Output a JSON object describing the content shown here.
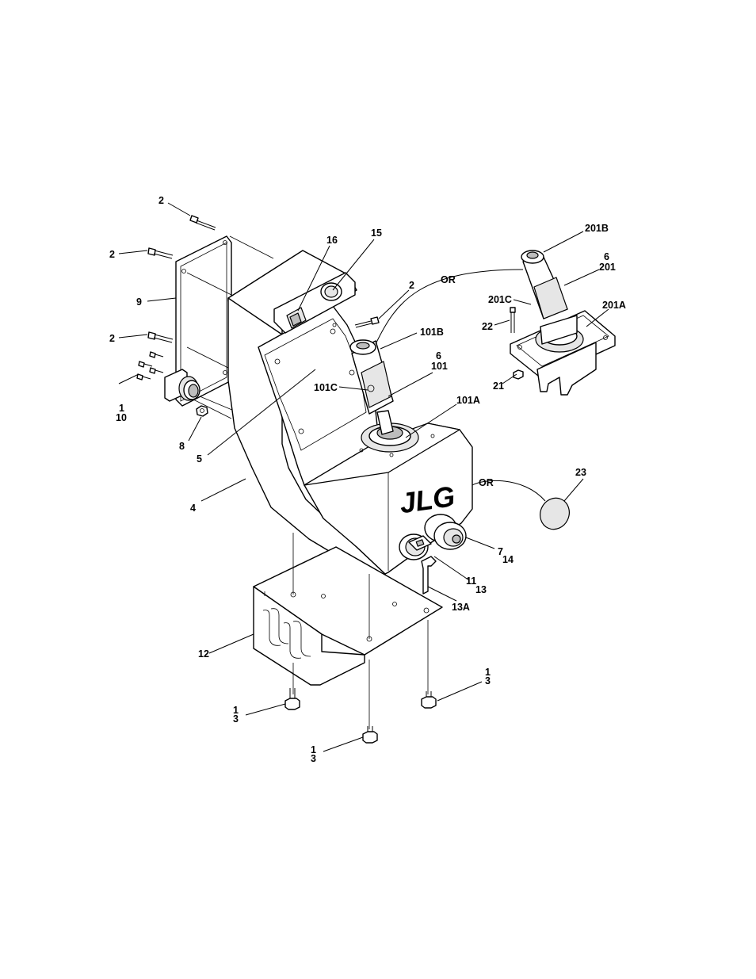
{
  "diagram": {
    "brand_logo": "JLG",
    "labels": {
      "l2_top": "2",
      "l2_left_upper": "2",
      "l9": "9",
      "l2_left_lower": "2",
      "l1_left": "1",
      "l10": "10",
      "l8": "8",
      "l5": "5",
      "l4": "4",
      "l16": "16",
      "l15": "15",
      "l2_mid": "2",
      "or_top": "OR",
      "l101B": "101B",
      "l6_mid": "6",
      "l101": "101",
      "l101C": "101C",
      "l101A": "101A",
      "l201B": "201B",
      "l6_right": "6",
      "l201": "201",
      "l201C": "201C",
      "l22": "22",
      "l201A": "201A",
      "l21": "21",
      "or_bottom": "OR",
      "l23": "23",
      "l7": "7",
      "l14": "14",
      "l11": "11",
      "l13": "13",
      "l13A": "13A",
      "l12": "12",
      "l1_right": "1",
      "l3_right": "3",
      "l1_bl": "1",
      "l3_bl": "3",
      "l1_bottom": "1",
      "l3_bottom": "3"
    }
  }
}
